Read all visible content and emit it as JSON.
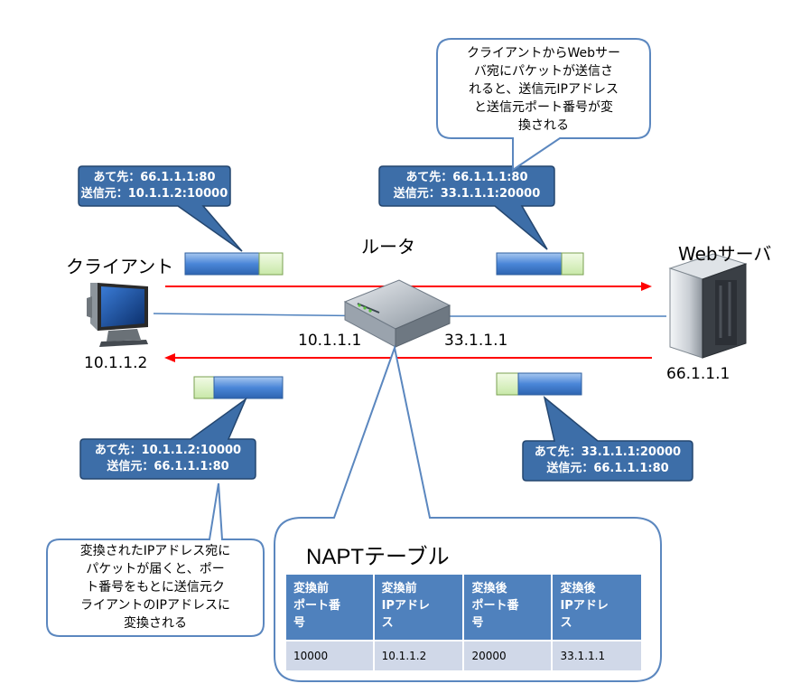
{
  "labels": {
    "client": "クライアント",
    "router": "ルータ",
    "web_server": "Webサーバ",
    "client_ip": "10.1.1.2",
    "router_inside_ip": "10.1.1.1",
    "router_outside_ip": "33.1.1.1",
    "server_ip": "66.1.1.1"
  },
  "callouts": {
    "client_out": {
      "dest": "あて先：66.1.1.1:80",
      "src": "送信元：10.1.1.2:10000"
    },
    "router_out": {
      "dest": "あて先：66.1.1.1:80",
      "src": "送信元：33.1.1.1:20000"
    },
    "server_back": {
      "dest": "あて先：33.1.1.1:20000",
      "src": "送信元：66.1.1.1:80"
    },
    "router_back": {
      "dest": "あて先：10.1.1.2:10000",
      "src": "送信元：66.1.1.1:80"
    }
  },
  "notes": {
    "top": [
      "クライアントからWebサー",
      "バ宛にパケットが送信さ",
      "れると、送信元IPアドレス",
      "と送信元ポート番号が変",
      "換される"
    ],
    "bottom_left": [
      "変換されたIPアドレス宛に",
      "パケットが届くと、ポー",
      "ト番号をもとに送信元ク",
      "ライアントのIPアドレスに",
      "変換される"
    ]
  },
  "napt_table": {
    "title": "NAPTテーブル",
    "headers": [
      [
        "変換前",
        "ポート番",
        "号"
      ],
      [
        "変換前",
        "IPアドレ",
        "ス"
      ],
      [
        "変換後",
        "ポート番",
        "号"
      ],
      [
        "変換後",
        "IPアドレ",
        "ス"
      ]
    ],
    "rows": [
      [
        "10000",
        "10.1.1.2",
        "20000",
        "33.1.1.1"
      ]
    ]
  },
  "colors": {
    "callout_fill": "#3d6ea8",
    "callout_stroke": "#24466f",
    "note_stroke": "#5b87bf",
    "arrow": "#ff0000",
    "link_line": "#4f81bd",
    "packet_body": "#4a86d8",
    "packet_header": "#d8f0b8",
    "table_header": "#4f81bd",
    "table_row": "#d0d8e8"
  }
}
